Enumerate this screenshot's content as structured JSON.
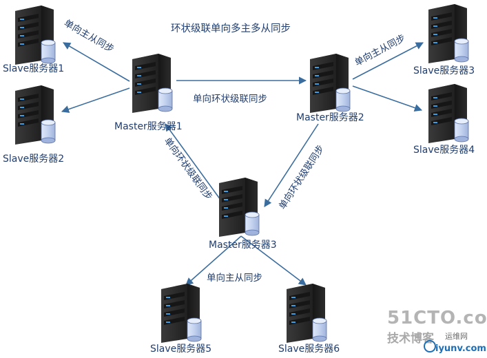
{
  "title": "环状级联单向多主多从同步",
  "nodes": {
    "slave1": "Slave服务器1",
    "slave2": "Slave服务器2",
    "slave3": "Slave服务器3",
    "slave4": "Slave服务器4",
    "slave5": "Slave服务器5",
    "slave6": "Slave服务器6",
    "master1": "Master服务器1",
    "master2": "Master服务器2",
    "master3": "Master服务器3"
  },
  "edge_labels": {
    "m1_slaves": "单向主从同步",
    "m2_slaves": "单向主从同步",
    "m3_slaves": "单向主从同步",
    "m1_m2": "单向环状级联同步",
    "m1_m3": "单向环状级联同步",
    "m2_m3": "单向环状级联同步"
  },
  "watermark": {
    "site": "51CTO.com",
    "blog": "技术博客",
    "brand": "iyunv.com",
    "tag": "运维网"
  },
  "colors": {
    "arrow": "#3a6d9e",
    "text": "#1f3c6e",
    "server_body": "#2b2b2b",
    "led": "#3aa0e6",
    "disk": "#c7d5ef"
  }
}
